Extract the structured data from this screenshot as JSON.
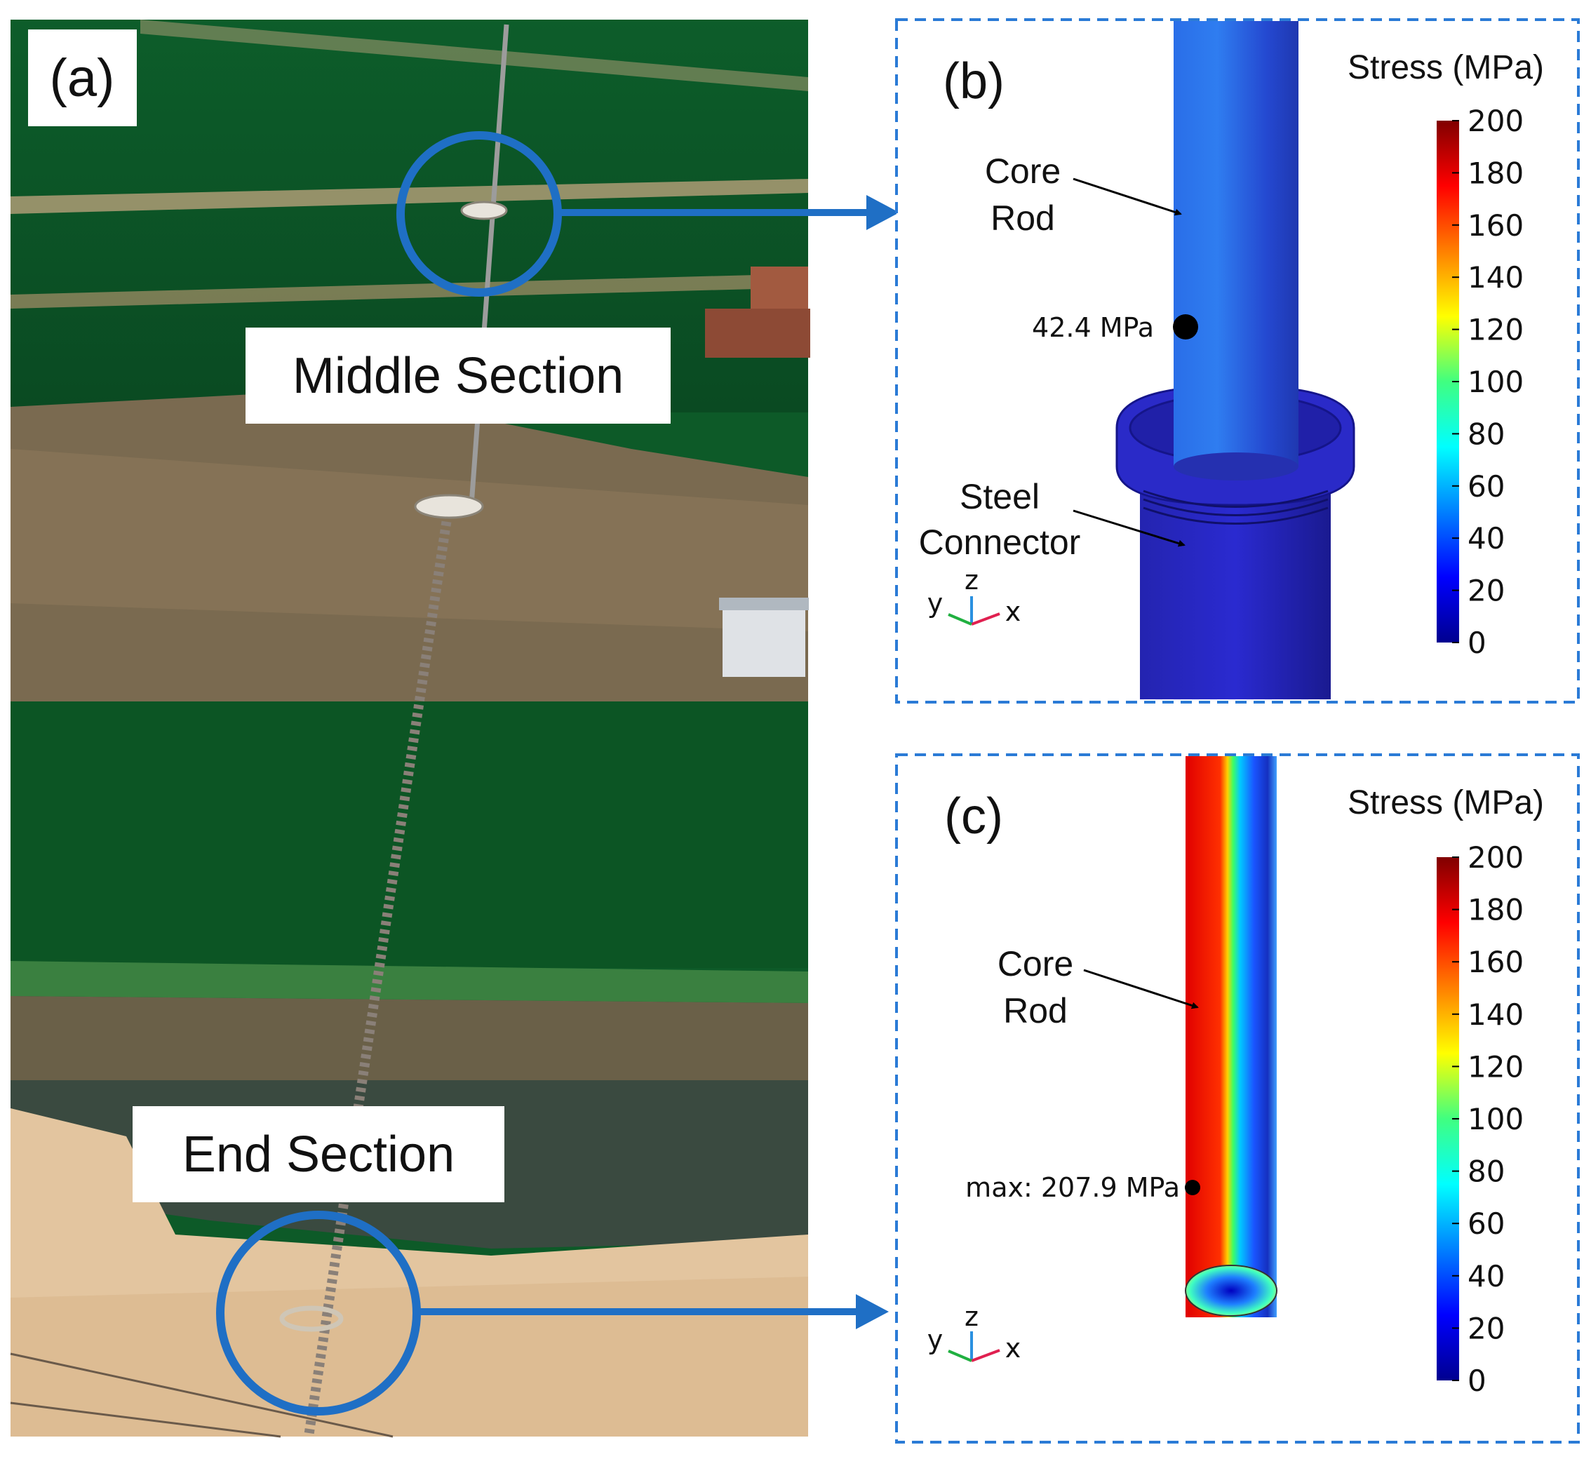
{
  "panel_a": {
    "label": "(a)",
    "callouts": {
      "middle": "Middle Section",
      "end": "End Section"
    }
  },
  "panel_b": {
    "label": "(b)",
    "legend_title": "Stress (MPa)",
    "ticks": [
      "200",
      "180",
      "160",
      "140",
      "120",
      "100",
      "80",
      "60",
      "40",
      "20",
      "0"
    ],
    "core_rod_label": [
      "Core",
      "Rod"
    ],
    "steel_connector_label": [
      "Steel",
      "Connector"
    ],
    "point_value": "42.4 MPa"
  },
  "panel_c": {
    "label": "(c)",
    "legend_title": "Stress (MPa)",
    "ticks": [
      "200",
      "180",
      "160",
      "140",
      "120",
      "100",
      "80",
      "60",
      "40",
      "20",
      "0"
    ],
    "core_rod_label": [
      "Core",
      "Rod"
    ],
    "point_value": "max: 207.9 MPa"
  },
  "axes_triad": {
    "y": "y",
    "z": "z",
    "x": "x"
  },
  "colors": {
    "callout_blue": "#1f6fc5",
    "frame_blue": "#2b7bd6",
    "field_green": "#0f5e2a",
    "sand": "#e2c49c"
  }
}
